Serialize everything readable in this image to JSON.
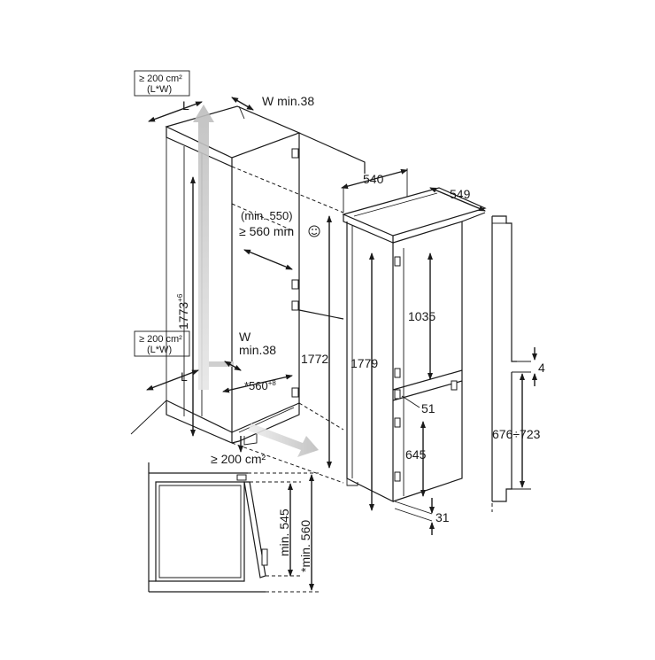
{
  "labels": {
    "vent_top": [
      "≥ 200 cm²",
      "(L*W)"
    ],
    "vent_bottom": [
      "≥ 200 cm²",
      "(L*W)"
    ],
    "w_top": "W min.38",
    "w_bottom_1": "W",
    "w_bottom_2": "min.38",
    "l_top": "L",
    "l_bottom": "L",
    "min550": "(min. 550)",
    "ge560": "≥ 560 mm",
    "niche_height": "1773",
    "niche_height_tol": "+6",
    "niche_width": "*560",
    "niche_width_tol": "+8",
    "vent_floor": "≥ 200 cm²",
    "h1772": "1772",
    "h1779": "1779",
    "d540": "540",
    "d549": "549",
    "h1035": "1035",
    "h645": "645",
    "d51": "51",
    "d31": "31",
    "d4": "4",
    "range676": "676÷723",
    "min545": "min. 545",
    "min560": "*min. 560"
  },
  "icons": {
    "smiley": "smiley-icon",
    "airflow": "airflow-arrow-icon"
  },
  "colors": {
    "line": "#1a1a1a",
    "airflow": "#c8c8c8",
    "background": "#ffffff"
  }
}
